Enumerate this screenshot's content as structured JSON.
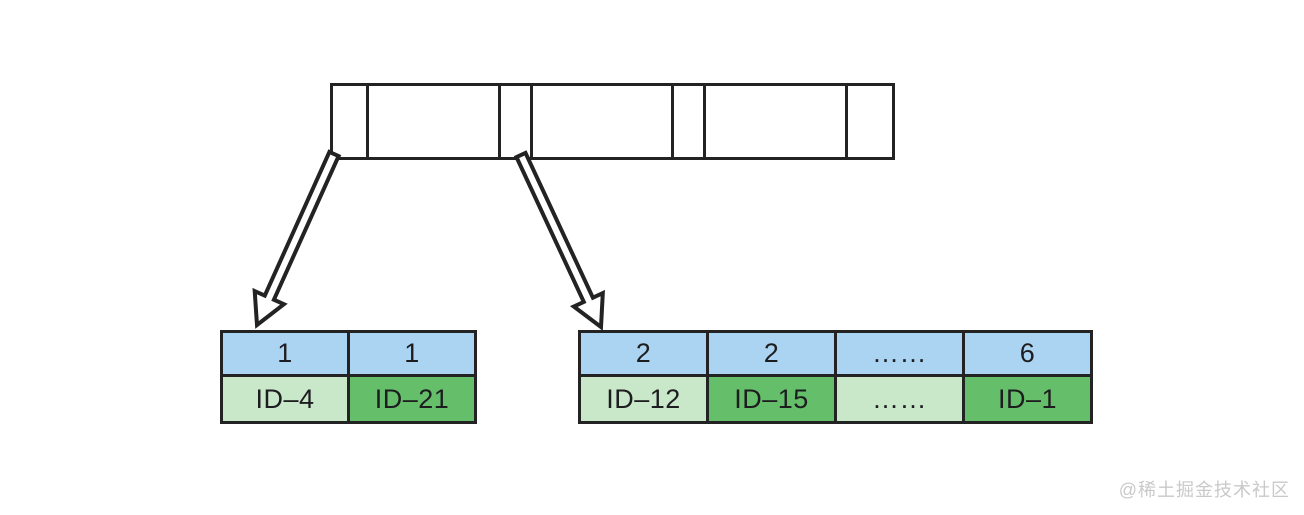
{
  "colors": {
    "line": "#232323",
    "key_cell_blue": "#abd4f2",
    "record_cell_light_green": "#c9e8c9",
    "record_cell_dark_green": "#64be6a",
    "watermark_gray": "#c9c9c9"
  },
  "index_node": {
    "cell_count": 7,
    "cell_texts": [
      "",
      "",
      "",
      "",
      "",
      "",
      ""
    ]
  },
  "left_page": {
    "keys": [
      "1",
      "1"
    ],
    "records": [
      "ID–4",
      "ID–21"
    ]
  },
  "right_page": {
    "keys": [
      "2",
      "2",
      "……",
      "6"
    ],
    "records": [
      "ID–12",
      "ID–15",
      "……",
      "ID–1"
    ]
  },
  "watermark": {
    "text": "@稀土掘金技术社区"
  }
}
